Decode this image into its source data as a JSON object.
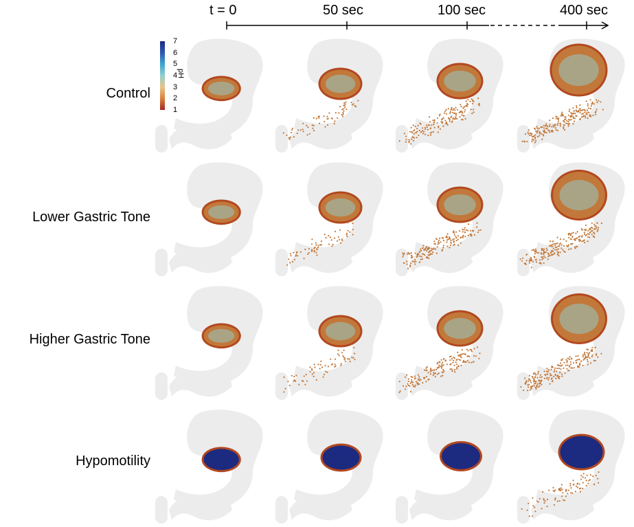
{
  "timeline": {
    "labels": [
      "t = 0",
      "50 sec",
      "100 sec",
      "400 sec"
    ]
  },
  "rows": [
    {
      "label": "Control",
      "fills": [
        {
          "time": "t = 0",
          "stomach": 0.18,
          "intestine": 0.0
        },
        {
          "time": "50 sec",
          "stomach": 0.35,
          "intestine": 0.3
        },
        {
          "time": "100 sec",
          "stomach": 0.45,
          "intestine": 0.75
        },
        {
          "time": "400 sec",
          "stomach": 0.85,
          "intestine": 0.95
        }
      ]
    },
    {
      "label": "Lower Gastric Tone",
      "fills": [
        {
          "time": "t = 0",
          "stomach": 0.18,
          "intestine": 0.0
        },
        {
          "time": "50 sec",
          "stomach": 0.35,
          "intestine": 0.3
        },
        {
          "time": "100 sec",
          "stomach": 0.45,
          "intestine": 0.75
        },
        {
          "time": "400 sec",
          "stomach": 0.8,
          "intestine": 0.95
        }
      ]
    },
    {
      "label": "Higher Gastric Tone",
      "fills": [
        {
          "time": "t = 0",
          "stomach": 0.18,
          "intestine": 0.0
        },
        {
          "time": "50 sec",
          "stomach": 0.35,
          "intestine": 0.3
        },
        {
          "time": "100 sec",
          "stomach": 0.45,
          "intestine": 0.75
        },
        {
          "time": "400 sec",
          "stomach": 0.8,
          "intestine": 0.95
        }
      ]
    },
    {
      "label": "Hypomotility",
      "fills": [
        {
          "time": "t = 0",
          "stomach": 0.18,
          "intestine": 0.0
        },
        {
          "time": "50 sec",
          "stomach": 0.25,
          "intestine": 0.0
        },
        {
          "time": "100 sec",
          "stomach": 0.3,
          "intestine": 0.0
        },
        {
          "time": "400 sec",
          "stomach": 0.45,
          "intestine": 0.4
        }
      ]
    }
  ],
  "colorbar": {
    "title": "pH",
    "ticks": [
      "7",
      "6",
      "5",
      "4",
      "3",
      "2",
      "1"
    ],
    "colors": [
      "#1c2a80",
      "#2f59b0",
      "#3fa5cf",
      "#8fd0d0",
      "#e8c488",
      "#d9823c",
      "#a52820"
    ]
  },
  "colors": {
    "organ": "#ececec",
    "particle": "#c2783a",
    "acid": "#8fd0d0",
    "hypomotility_core": "#1c2a80"
  }
}
